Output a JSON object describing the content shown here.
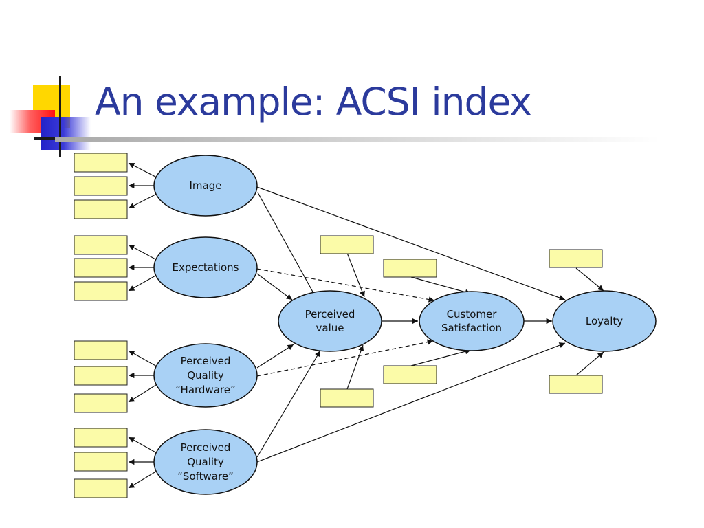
{
  "title": "An example:  ACSI index",
  "colors": {
    "title": "#2b3a9c",
    "ellipse_fill": "#a9d1f5",
    "box_fill": "#fbfba8"
  },
  "nodes": {
    "image": [
      "Image"
    ],
    "expectations": [
      "Expectations"
    ],
    "quality_hardware": [
      "Perceived",
      "Quality",
      "“Hardware”"
    ],
    "quality_software": [
      "Perceived",
      "Quality",
      "“Software”"
    ],
    "perceived_value": [
      "Perceived",
      "value"
    ],
    "customer_satisfaction": [
      "Customer",
      "Satisfaction"
    ],
    "loyalty": [
      "Loyalty"
    ]
  }
}
